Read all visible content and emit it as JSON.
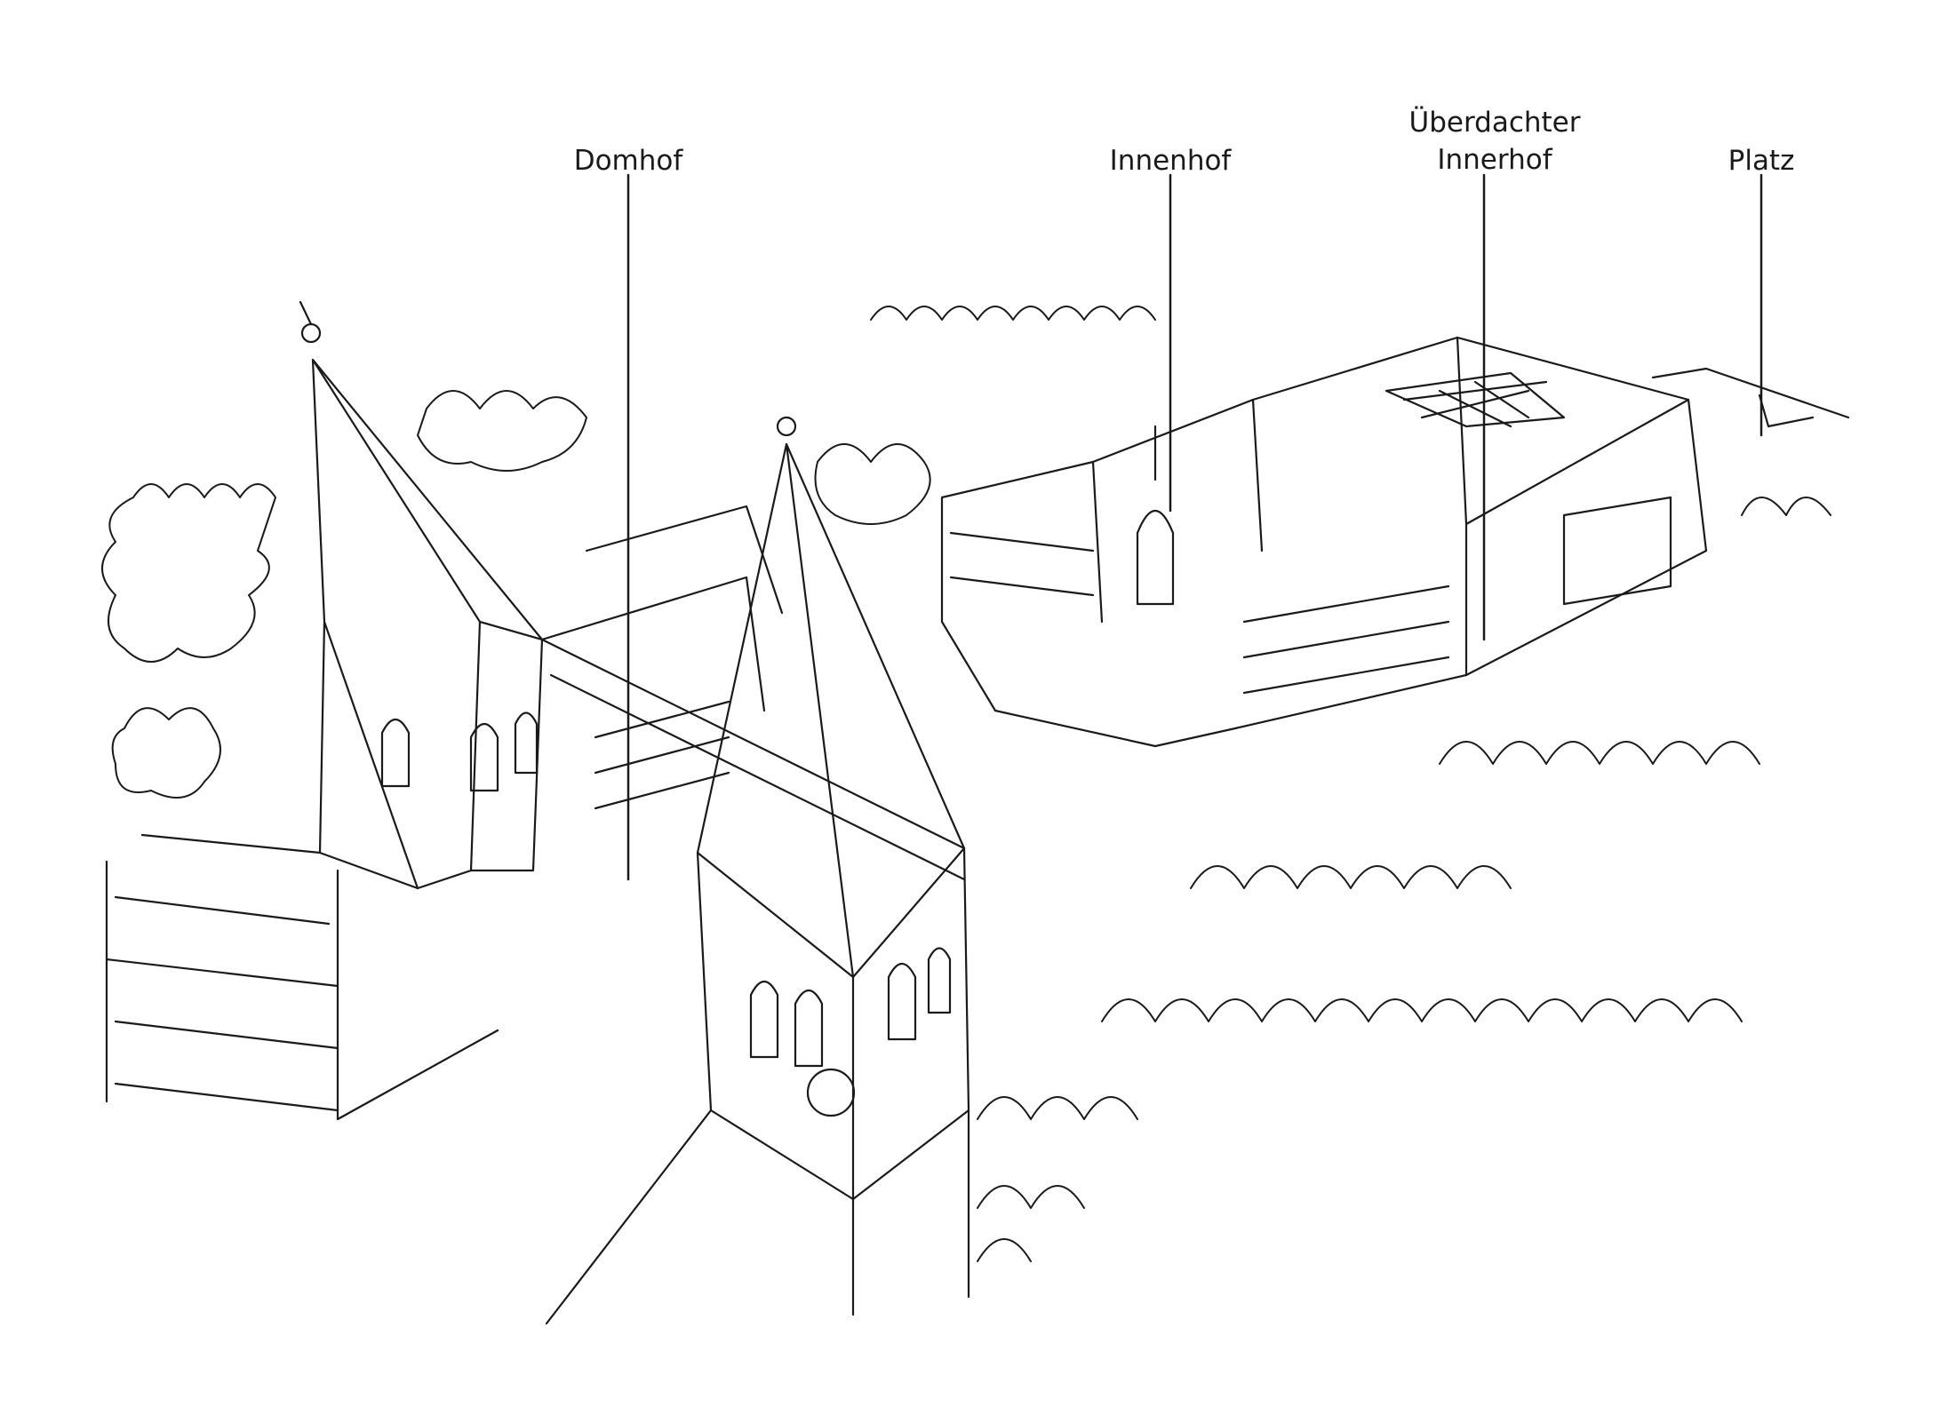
{
  "labels": {
    "domhof": "Domhof",
    "innenhof": "Innenhof",
    "ueberdachter_line1": "Überdachter",
    "ueberdachter_line2": "Innerhof",
    "platz": "Platz"
  },
  "colors": {
    "ink": "#1a1a1a",
    "background": "#ffffff"
  }
}
